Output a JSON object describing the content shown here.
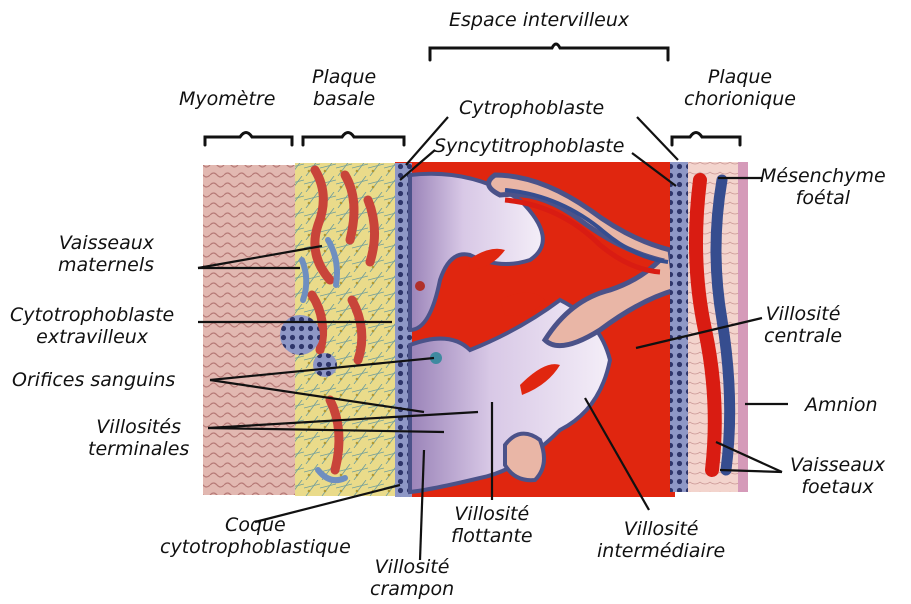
{
  "labels": {
    "espace_intervilleux": "Espace intervilleux",
    "myometre": "Myomètre",
    "plaque_basale_1": "Plaque",
    "plaque_basale_2": "basale",
    "plaque_chorionique_1": "Plaque",
    "plaque_chorionique_2": "chorionique",
    "cytrophoblaste": "Cytrophoblaste",
    "syncytitrophoblaste": "Syncytitrophoblaste",
    "mesenchyme_1": "Mésenchyme",
    "mesenchyme_2": "foétal",
    "vaisseaux_maternels_1": "Vaisseaux",
    "vaisseaux_maternels_2": "maternels",
    "cytotrophoblaste_extra_1": "Cytotrophoblaste",
    "cytotrophoblaste_extra_2": "extravilleux",
    "orifices_sanguins": "Orifices sanguins",
    "villosites_terminales_1": "Villosités",
    "villosites_terminales_2": "terminales",
    "coque_1": "Coque",
    "coque_2": "cytotrophoblastique",
    "villosite_crampon_1": "Villosité",
    "villosite_crampon_2": "crampon",
    "villosite_flottante_1": "Villosité",
    "villosite_flottante_2": "flottante",
    "villosite_intermediaire_1": "Villosité",
    "villosite_intermediaire_2": "intermédiaire",
    "villosite_centrale_1": "Villosité",
    "villosite_centrale_2": "centrale",
    "amnion": "Amnion",
    "vaisseaux_foetaux_1": "Vaisseaux",
    "vaisseaux_foetaux_2": "foetaux"
  },
  "colors": {
    "myometrium": "#d8a7a1",
    "intervillous_space": "#e0260f",
    "villus_tissue": "#c9b3dc",
    "villus_light": "#efe6f4",
    "trophoblast_cells": "#4b5289",
    "maternal_vessel": "#c8443a",
    "fetal_artery": "#d91c12",
    "fetal_vein": "#364d8f",
    "decidua_yellow": "#e5d16a",
    "chorion_pink": "#f4d7d2",
    "leader_line": "#111111"
  }
}
